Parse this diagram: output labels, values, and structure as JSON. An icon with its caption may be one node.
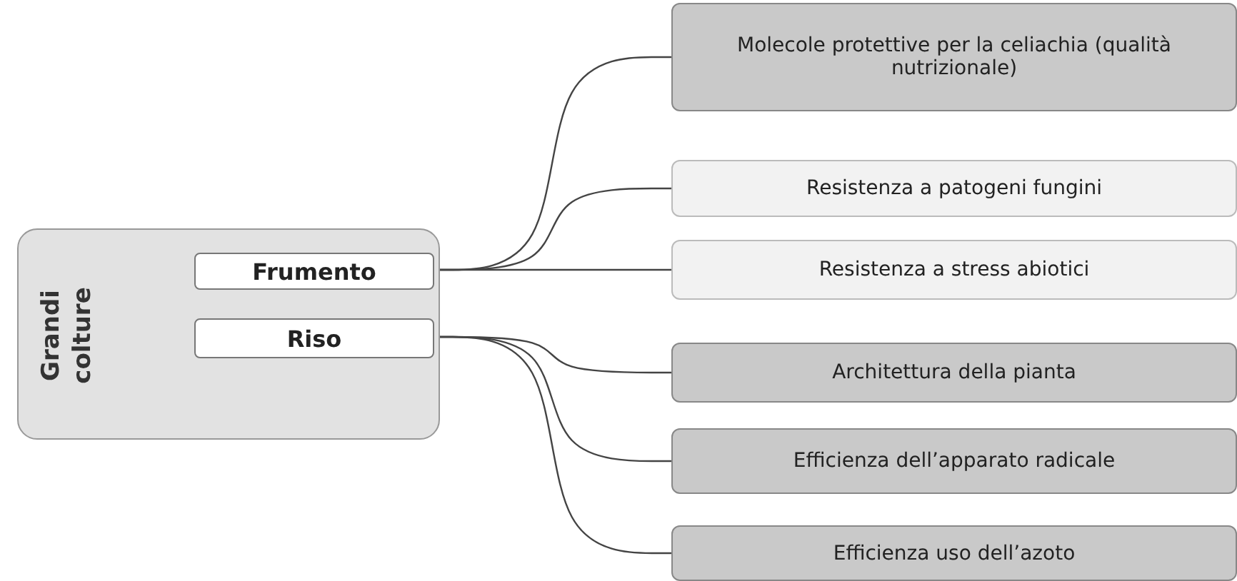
{
  "diagram": {
    "nodes": [
      {
        "text": [
          "Grandi colture"
        ]
      },
      {
        "text": [
          "Frumento"
        ],
        "in": 0
      },
      {
        "text": [
          "Riso"
        ],
        "in": 0
      },
      {
        "text": [
          "Molecole protettive per la celiachia (qualità nutrizionale)"
        ]
      },
      {
        "text": [
          "Resistenza a patogeni fungini"
        ]
      },
      {
        "text": [
          "Resistenza a stress abiotici"
        ]
      },
      {
        "text": [
          "Architettura della pianta"
        ]
      },
      {
        "text": [
          "Efficienza dell’apparato radicale"
        ]
      },
      {
        "text": [
          "Efficienza uso dell’azoto"
        ]
      }
    ],
    "edges": [
      {
        "from": 1,
        "to": 3,
        "arrow": "none"
      },
      {
        "from": 1,
        "to": 4,
        "arrow": "none"
      },
      {
        "from": 1,
        "to": 5,
        "arrow": "none"
      },
      {
        "from": 2,
        "to": 6,
        "arrow": "none"
      },
      {
        "from": 2,
        "to": 7,
        "arrow": "none"
      },
      {
        "from": 2,
        "to": 8,
        "arrow": "none"
      }
    ]
  }
}
